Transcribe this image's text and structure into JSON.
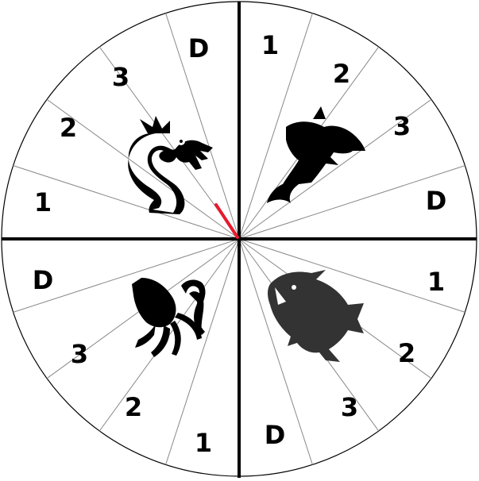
{
  "spinner": {
    "quadrants": [
      {
        "creature": "sea-serpent-icon",
        "labels": [
          "1",
          "2",
          "3",
          "D"
        ]
      },
      {
        "creature": "dolphin-icon",
        "labels": [
          "1",
          "2",
          "3",
          "D"
        ]
      },
      {
        "creature": "shark-icon",
        "labels": [
          "1",
          "2",
          "3",
          "D"
        ]
      },
      {
        "creature": "squid-icon",
        "labels": [
          "1",
          "2",
          "3",
          "D"
        ]
      }
    ],
    "colors": {
      "outline": "#000000",
      "divider": "#000000",
      "segment_line": "#888888",
      "needle": "#e8192c",
      "fill": "#ffffff",
      "creature": "#000000",
      "shark": "#333333"
    }
  }
}
